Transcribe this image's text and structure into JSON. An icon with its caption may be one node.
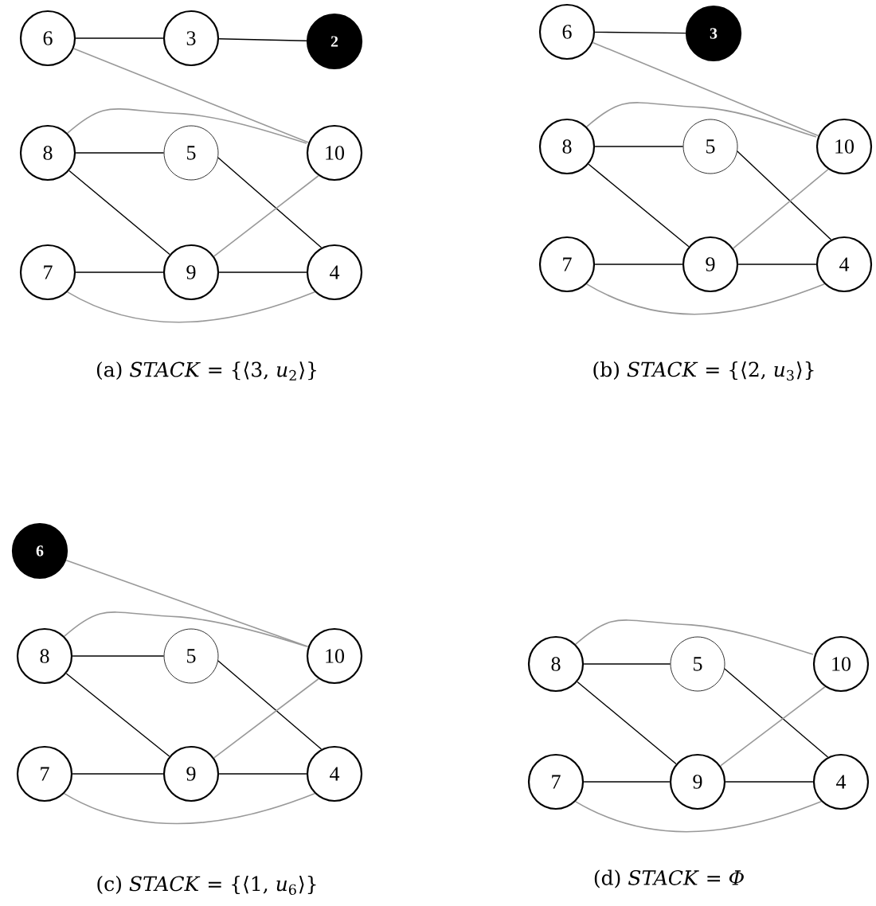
{
  "diagram": {
    "nodes": [
      {
        "text": [
          "6"
        ]
      },
      {
        "text": [
          "3"
        ]
      },
      {
        "text": [
          "2"
        ]
      },
      {
        "text": [
          "8"
        ]
      },
      {
        "text": [
          "5"
        ]
      },
      {
        "text": [
          "10"
        ]
      },
      {
        "text": [
          "7"
        ]
      },
      {
        "text": [
          "9"
        ]
      },
      {
        "text": [
          "4"
        ]
      },
      {
        "text": [
          "6"
        ]
      },
      {
        "text": [
          "3"
        ]
      },
      {
        "text": [
          "8"
        ]
      },
      {
        "text": [
          "5"
        ]
      },
      {
        "text": [
          "10"
        ]
      },
      {
        "text": [
          "7"
        ]
      },
      {
        "text": [
          "9"
        ]
      },
      {
        "text": [
          "4"
        ]
      },
      {
        "text": [
          "6"
        ]
      },
      {
        "text": [
          "8"
        ]
      },
      {
        "text": [
          "5"
        ]
      },
      {
        "text": [
          "10"
        ]
      },
      {
        "text": [
          "7"
        ]
      },
      {
        "text": [
          "9"
        ]
      },
      {
        "text": [
          "4"
        ]
      },
      {
        "text": [
          "8"
        ]
      },
      {
        "text": [
          "5"
        ]
      },
      {
        "text": [
          "10"
        ]
      },
      {
        "text": [
          "7"
        ]
      },
      {
        "text": [
          "9"
        ]
      },
      {
        "text": [
          "4"
        ]
      }
    ],
    "edges": [
      {
        "from": 0,
        "to": 1,
        "arrow": "none"
      },
      {
        "from": 1,
        "to": 2,
        "arrow": "none"
      },
      {
        "from": 0,
        "to": 5,
        "arrow": "none",
        "color": "#999999"
      },
      {
        "from": 3,
        "to": 5,
        "arrow": "none",
        "color": "#999999"
      },
      {
        "from": 3,
        "to": 4,
        "arrow": "none"
      },
      {
        "from": 3,
        "to": 7,
        "arrow": "none"
      },
      {
        "from": 4,
        "to": 8,
        "arrow": "none"
      },
      {
        "from": 5,
        "to": 7,
        "arrow": "none",
        "color": "#999999"
      },
      {
        "from": 6,
        "to": 7,
        "arrow": "none"
      },
      {
        "from": 7,
        "to": 8,
        "arrow": "none"
      },
      {
        "from": 6,
        "to": 8,
        "arrow": "none",
        "color": "#999999"
      },
      {
        "from": 9,
        "to": 10,
        "arrow": "none"
      },
      {
        "from": 9,
        "to": 13,
        "arrow": "none",
        "color": "#999999"
      },
      {
        "from": 11,
        "to": 13,
        "arrow": "none",
        "color": "#999999"
      },
      {
        "from": 11,
        "to": 12,
        "arrow": "none"
      },
      {
        "from": 11,
        "to": 15,
        "arrow": "none"
      },
      {
        "from": 12,
        "to": 16,
        "arrow": "none"
      },
      {
        "from": 13,
        "to": 15,
        "arrow": "none",
        "color": "#999999"
      },
      {
        "from": 14,
        "to": 15,
        "arrow": "none"
      },
      {
        "from": 15,
        "to": 16,
        "arrow": "none"
      },
      {
        "from": 14,
        "to": 16,
        "arrow": "none",
        "color": "#999999"
      },
      {
        "from": 17,
        "to": 20,
        "arrow": "none",
        "color": "#999999"
      },
      {
        "from": 18,
        "to": 20,
        "arrow": "none",
        "color": "#999999"
      },
      {
        "from": 18,
        "to": 19,
        "arrow": "none"
      },
      {
        "from": 18,
        "to": 22,
        "arrow": "none"
      },
      {
        "from": 19,
        "to": 23,
        "arrow": "none"
      },
      {
        "from": 20,
        "to": 22,
        "arrow": "none",
        "color": "#999999"
      },
      {
        "from": 21,
        "to": 22,
        "arrow": "none"
      },
      {
        "from": 22,
        "to": 23,
        "arrow": "none"
      },
      {
        "from": 21,
        "to": 23,
        "arrow": "none",
        "color": "#999999"
      },
      {
        "from": 24,
        "to": 26,
        "arrow": "none",
        "color": "#999999"
      },
      {
        "from": 24,
        "to": 25,
        "arrow": "none"
      },
      {
        "from": 24,
        "to": 28,
        "arrow": "none"
      },
      {
        "from": 25,
        "to": 29,
        "arrow": "none"
      },
      {
        "from": 26,
        "to": 28,
        "arrow": "none",
        "color": "#999999"
      },
      {
        "from": 27,
        "to": 28,
        "arrow": "none"
      },
      {
        "from": 28,
        "to": 29,
        "arrow": "none"
      },
      {
        "from": 27,
        "to": 29,
        "arrow": "none",
        "color": "#999999"
      }
    ],
    "labels": [
      "(a) *STACK* = {⟨3, *u*$_{2}$⟩}",
      "(b) *STACK* = {⟨2, *u*$_{3}$⟩}",
      "(c) *STACK* = {⟨1, *u*$_{6}$⟩}",
      "(d) *STACK* = *Φ*"
    ]
  }
}
